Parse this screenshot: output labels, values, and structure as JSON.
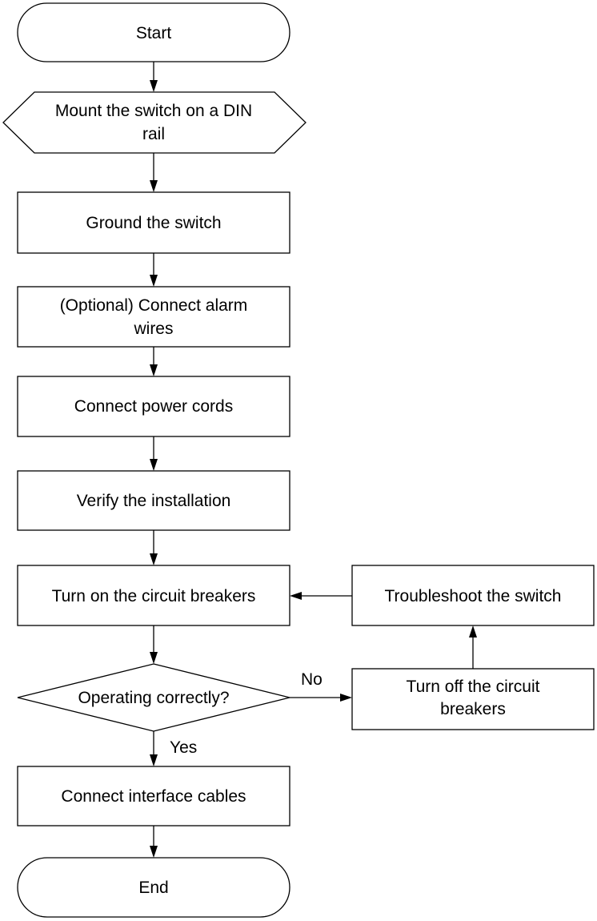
{
  "flowchart": {
    "start": "Start",
    "mount": [
      "Mount the switch on a DIN",
      "rail"
    ],
    "ground": "Ground the switch",
    "alarm": [
      "(Optional) Connect alarm",
      "wires"
    ],
    "power": "Connect power cords",
    "verify": "Verify the installation",
    "turn_on": "Turn on the circuit breakers",
    "decision": "Operating correctly?",
    "yes_label": "Yes",
    "no_label": "No",
    "turn_off": [
      "Turn off the circuit",
      "breakers"
    ],
    "troubleshoot": "Troubleshoot the switch",
    "connect_cables": "Connect interface cables",
    "end": "End"
  }
}
